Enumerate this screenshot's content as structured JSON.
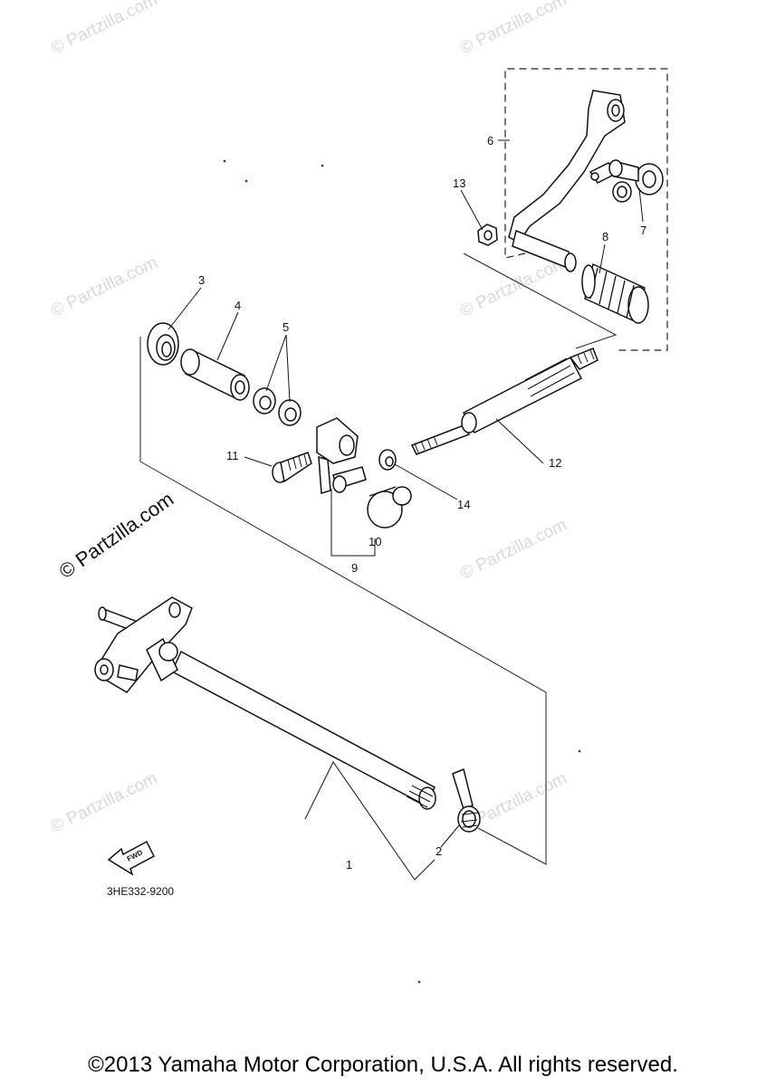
{
  "watermark": {
    "main": "© Partzilla.com",
    "faint": "© Partzilla.com"
  },
  "callouts": {
    "c1": "1",
    "c2": "2",
    "c3": "3",
    "c4": "4",
    "c5": "5",
    "c6": "6",
    "c7": "7",
    "c8": "8",
    "c9": "9",
    "c10": "10",
    "c11": "11",
    "c12": "12",
    "c13": "13",
    "c14": "14"
  },
  "fwd_label": "FWD",
  "diagram_code": "3HE332-9200",
  "copyright": "©2013 Yamaha Motor Corporation, U.S.A. All rights reserved."
}
